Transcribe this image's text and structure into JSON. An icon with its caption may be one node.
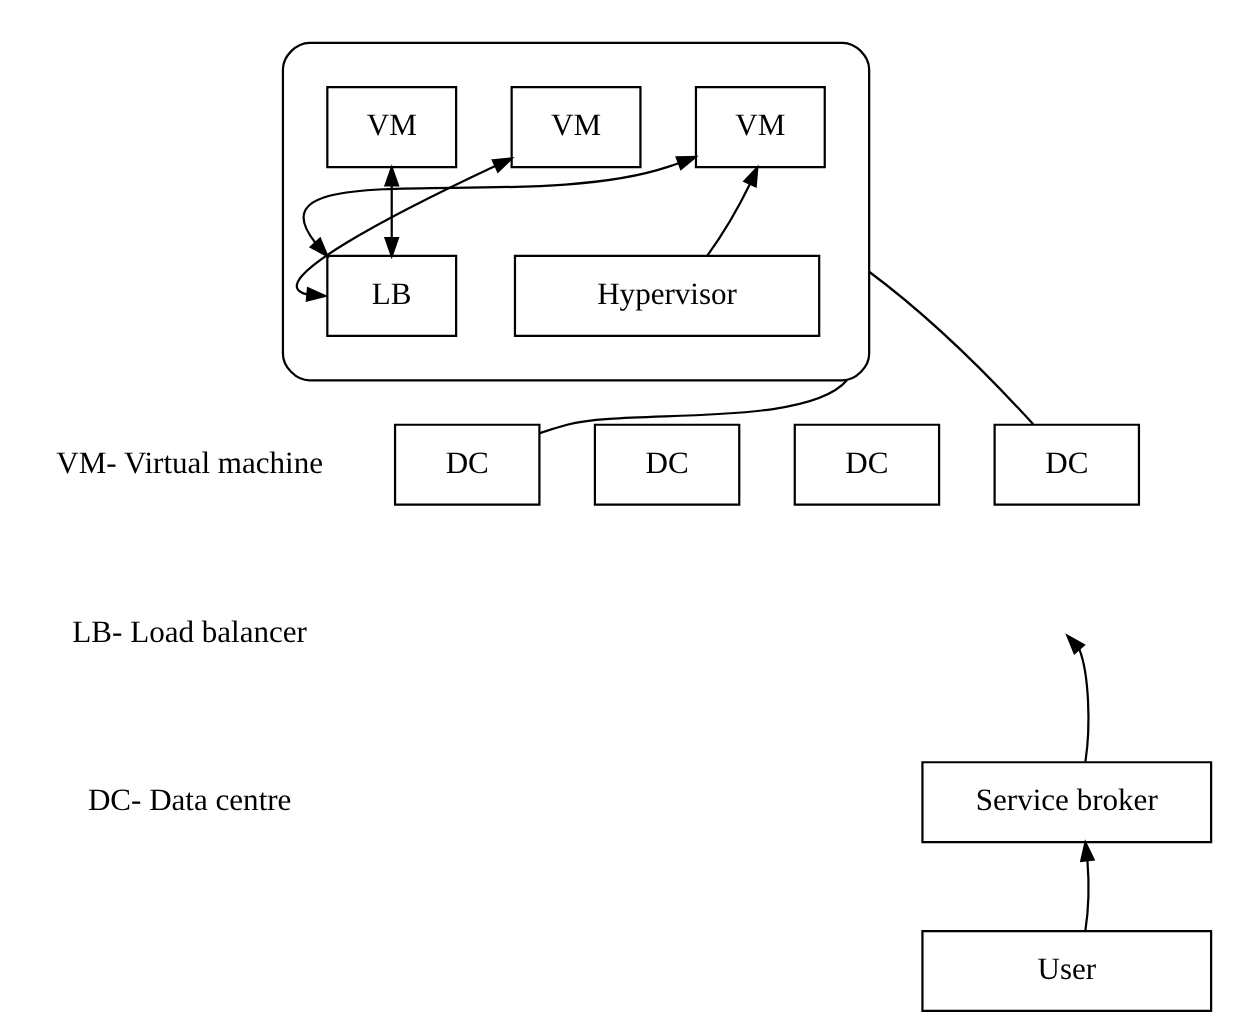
{
  "diagram": {
    "nodes": [
      {
        "text": [],
        "shape": "ellipse"
      },
      {
        "text": [
          "VM"
        ],
        "in": 0
      },
      {
        "text": [
          "VM"
        ],
        "in": 0
      },
      {
        "text": [
          "VM"
        ],
        "in": 0
      },
      {
        "text": [
          "LB"
        ],
        "in": 0
      },
      {
        "text": [
          "Hypervisor"
        ],
        "in": 0
      },
      {
        "text": [
          "DC"
        ]
      },
      {
        "text": [
          "DC"
        ]
      },
      {
        "text": [
          "DC"
        ]
      },
      {
        "text": [
          "DC"
        ]
      },
      {
        "text": [
          "Service broker"
        ]
      },
      {
        "text": [
          "User"
        ]
      }
    ],
    "edges": [
      {
        "from": 4,
        "to": 1,
        "arrow": "both"
      },
      {
        "from": 4,
        "to": 2,
        "arrow": "both"
      },
      {
        "from": 4,
        "to": 3,
        "arrow": "both"
      },
      {
        "from": 5,
        "to": 2,
        "arrow": "to"
      },
      {
        "from": 0,
        "to": 7,
        "arrow": "none"
      },
      {
        "from": 0,
        "to": 8,
        "arrow": "none"
      },
      {
        "from": 10,
        "to": null,
        "arrow": "to"
      },
      {
        "from": 11,
        "to": 10,
        "arrow": "to"
      }
    ],
    "labels": [
      "VM- Virtual machine",
      "LB- Load balancer",
      "DC- Data centre"
    ]
  }
}
